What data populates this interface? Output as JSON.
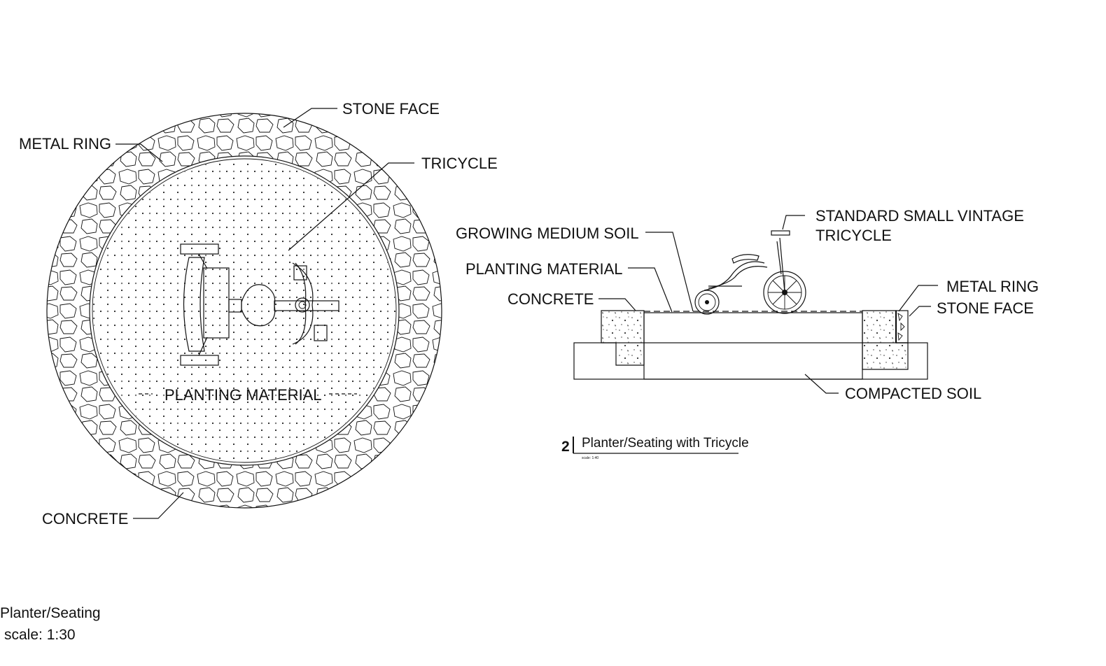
{
  "plan_view": {
    "labels": {
      "stone_face": "STONE FACE",
      "metal_ring": "METAL RING",
      "tricycle": "TRICYCLE",
      "planting_material": "PLANTING MATERIAL",
      "concrete": "CONCRETE"
    },
    "caption": {
      "title": "Planter/Seating",
      "scale": "scale: 1:30"
    }
  },
  "section_view": {
    "labels": {
      "tricycle": "STANDARD SMALL VINTAGE",
      "tricycle_line2": "TRICYCLE",
      "growing_medium": "GROWING MEDIUM SOIL",
      "planting_material": "PLANTING MATERIAL",
      "concrete": "CONCRETE",
      "metal_ring": "METAL RING",
      "stone_face": "STONE FACE",
      "compacted_soil": "COMPACTED SOIL"
    },
    "caption": {
      "number": "2",
      "title": "Planter/Seating with Tricycle",
      "scale": "scale: 1:40"
    }
  }
}
